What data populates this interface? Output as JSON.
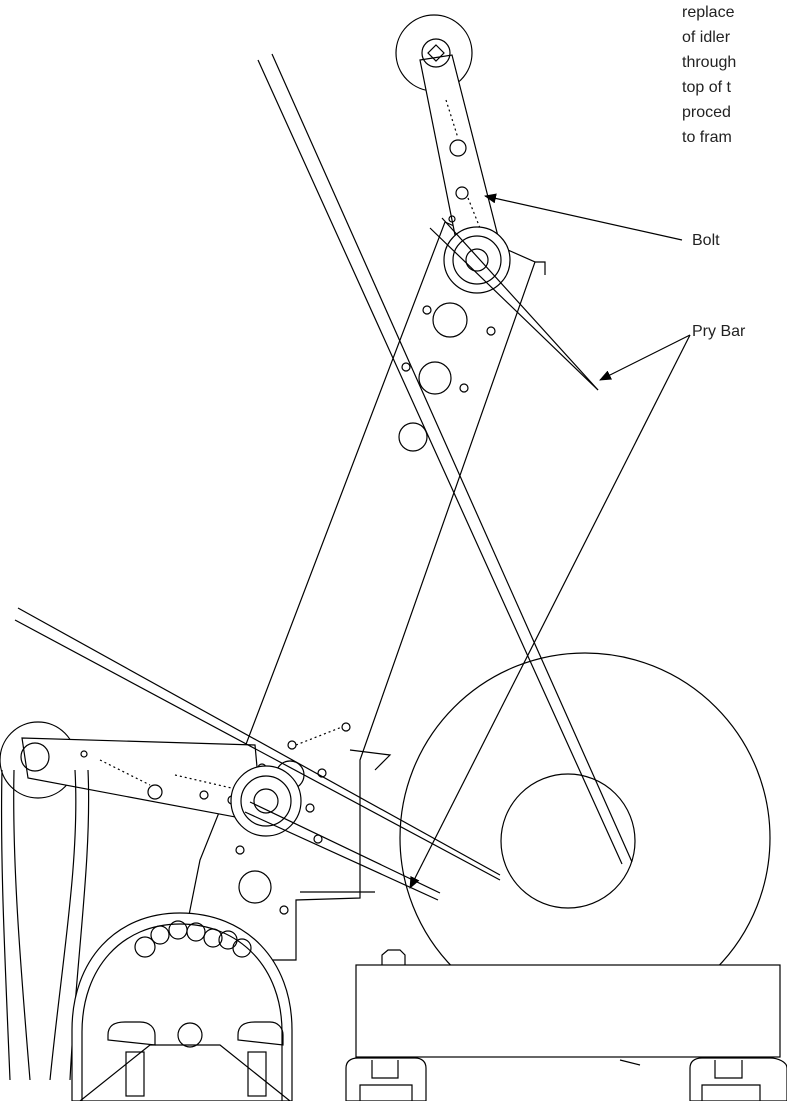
{
  "instructions_fragment": [
    "replace",
    "of idler",
    "through",
    "top of t",
    "proced",
    "to fram"
  ],
  "labels": {
    "bolt": "Bolt",
    "pry_bar": "Pry Bar"
  }
}
